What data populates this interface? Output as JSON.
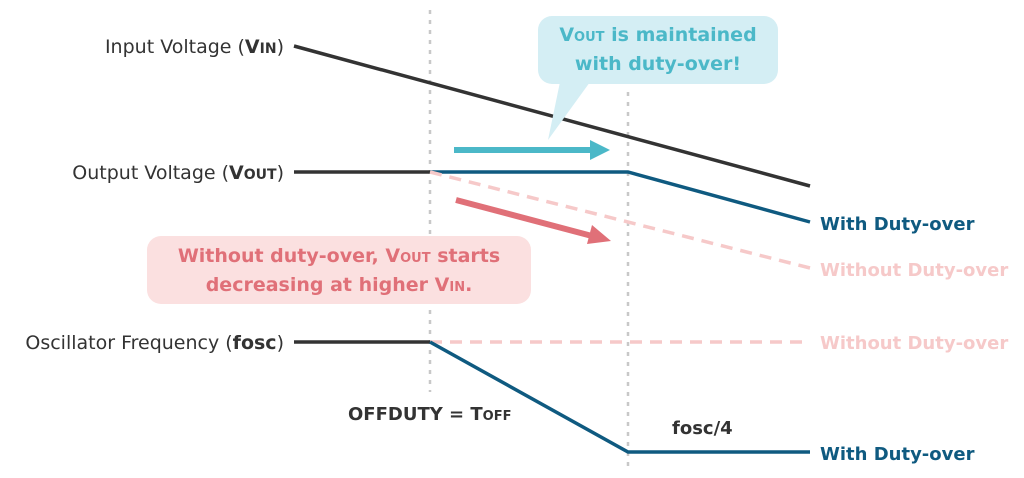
{
  "labels": {
    "vin_prefix": "Input Voltage (",
    "vin_main": "V",
    "vin_sub": "IN",
    "vin_suffix": ")",
    "vout_prefix": "Output Voltage (",
    "vout_main": "V",
    "vout_sub": "OUT",
    "vout_suffix": ")",
    "fosc_prefix": "Oscillator Frequency (",
    "fosc_main": "fosc",
    "fosc_suffix": ")"
  },
  "annotations": {
    "offduty_text": "OFFDUTY = T",
    "offduty_sub": "OFF",
    "fosc_div": "fosc/4"
  },
  "end_labels": {
    "vout_with": "With Duty-over",
    "vout_without": "Without Duty-over",
    "fosc_without": "Without Duty-over",
    "fosc_with": "With Duty-over"
  },
  "callouts": {
    "teal_line1_main": "V",
    "teal_line1_sub": "OUT",
    "teal_line1_rest": " is maintained",
    "teal_line2": "with duty-over!",
    "pink_line1_a": "Without duty-over, V",
    "pink_line1_sub": "OUT",
    "pink_line1_b": " starts",
    "pink_line2_a": "decreasing at higher V",
    "pink_line2_sub": "IN",
    "pink_line2_b": "."
  },
  "colors": {
    "black_line": "#333333",
    "with_line": "#0f5a80",
    "without_line": "#f6c9c9",
    "teal": "#4bb8c8",
    "pink": "#e07078",
    "divider": "#c8c8c8"
  }
}
